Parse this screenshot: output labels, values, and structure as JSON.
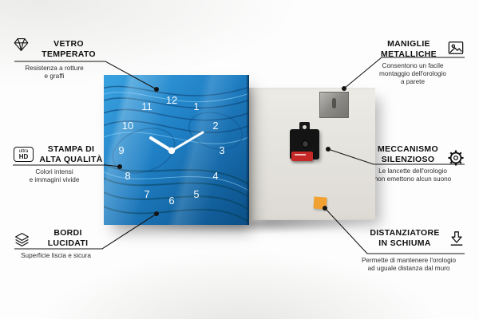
{
  "callouts": {
    "left": [
      {
        "icon": "diamond-icon",
        "title": "VETRO\nTEMPERATO",
        "subtitle": "Resistenza a rotture\ne graffi"
      },
      {
        "icon": "ultra-hd-icon",
        "title": "STAMPA DI\nALTA QUALITÀ",
        "subtitle": "Colori intensi\ne immagini vivide"
      },
      {
        "icon": "layers-icon",
        "title": "BORDI\nLUCIDATI",
        "subtitle": "Superficie liscia e sicura"
      }
    ],
    "right": [
      {
        "icon": "picture-icon",
        "title": "MANIGLIE\nMETALLICHE",
        "subtitle": "Consentono un facile\nmontaggio dell'orologio\na parete"
      },
      {
        "icon": "gear-icon",
        "title": "MECCANISMO\nSILENZIOSO",
        "subtitle": "Le lancette dell'orologio\nnon emettono alcun suono"
      },
      {
        "icon": "foam-spacer-icon",
        "title": "DISTANZIATORE\nIN SCHIUMA",
        "subtitle": "Permette di mantenere l'orologio\nad uguale distanza dal muro"
      }
    ]
  },
  "icons": {
    "ultra_hd": {
      "line1": "ultra",
      "line2": "HD"
    }
  },
  "clock": {
    "numbers": [
      "12",
      "1",
      "2",
      "3",
      "4",
      "5",
      "6",
      "7",
      "8",
      "9",
      "10",
      "11"
    ]
  },
  "colors": {
    "connector_line": "#151515",
    "clock_blue": "#1f7fc4",
    "clock_blue_dark": "#0b4e86",
    "back_panel": "#e4e2dc",
    "foam_orange": "#f0a132",
    "battery_red": "#c62828"
  }
}
